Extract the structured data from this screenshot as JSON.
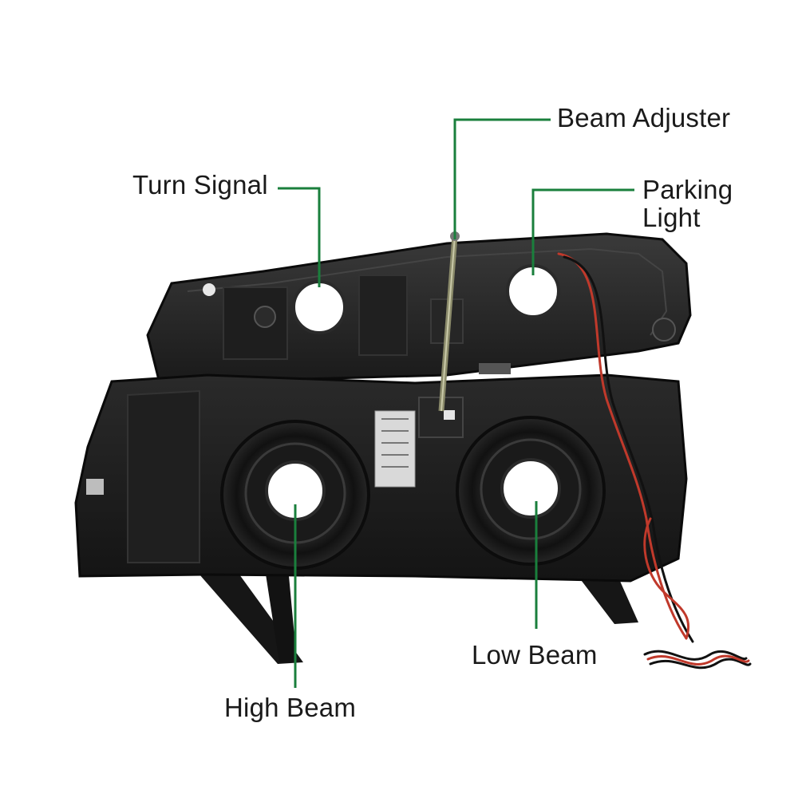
{
  "callouts": {
    "turn_signal": "Turn Signal",
    "beam_adjuster": "Beam Adjuster",
    "parking_light_line1": "Parking",
    "parking_light_line2": "Light",
    "low_beam": "Low Beam",
    "high_beam": "High Beam"
  },
  "colors": {
    "leader_line": "#1a7f3c",
    "housing": "#1c1c1c",
    "background": "#ffffff",
    "wire_red": "#c0392b",
    "wire_black": "#111111"
  }
}
